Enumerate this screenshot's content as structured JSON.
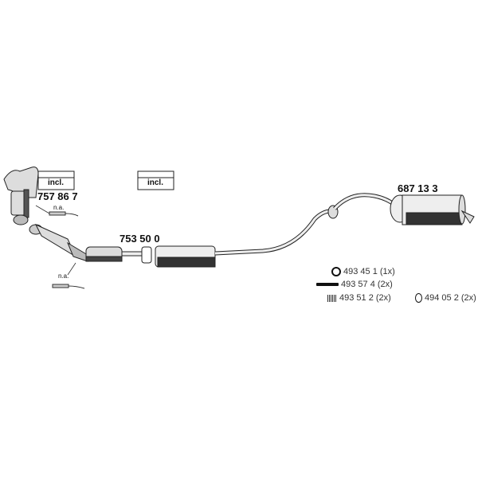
{
  "parts": {
    "manifold_cat": "757 86 7",
    "front_pipe": "753 50 0",
    "rear_muffler": "687 13 3"
  },
  "incl_label": "incl.",
  "na_label": "n.a.",
  "hardware": [
    {
      "icon": "ring-icon",
      "text": "493 45 1 (1x)"
    },
    {
      "icon": "bolt-icon",
      "text": "493 57 4 (2x)"
    },
    {
      "icon": "spring-icon",
      "text": "493 51 2 (2x)"
    },
    {
      "icon": "clamp-icon",
      "text": "494 05 2 (2x)"
    }
  ]
}
